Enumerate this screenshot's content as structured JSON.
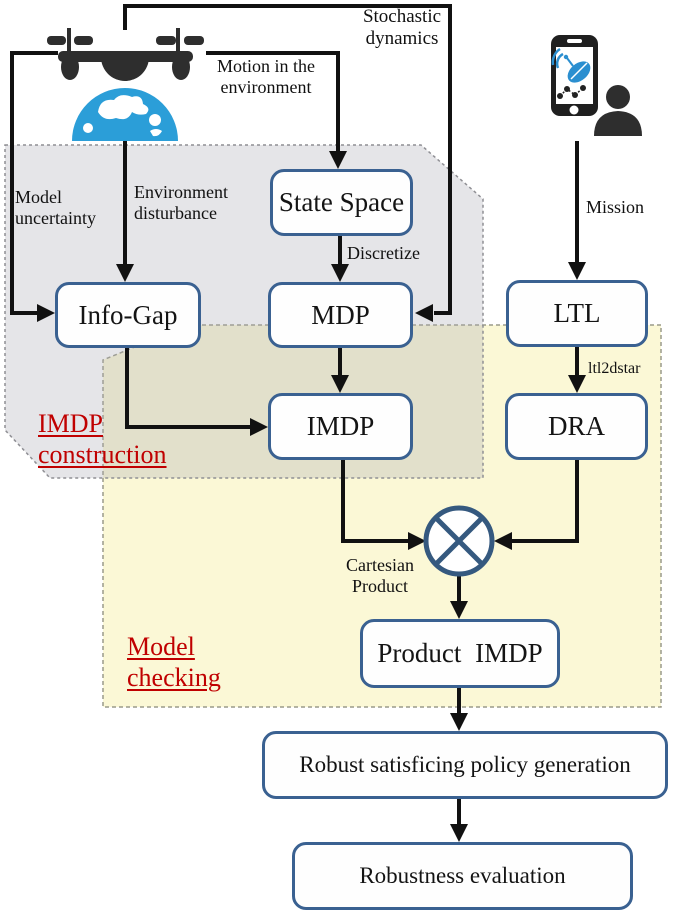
{
  "nodes": {
    "state_space": "State Space",
    "info_gap": "Info-Gap",
    "mdp": "MDP",
    "ltl": "LTL",
    "imdp": "IMDP",
    "dra": "DRA",
    "product_imdp": "Product IMDP",
    "robust_policy": "Robust satisficing policy generation",
    "robustness_evaluation": "Robustness evaluation"
  },
  "labels": {
    "stochastic_dynamics": {
      "line1": "Stochastic",
      "line2": "dynamics"
    },
    "motion_environment": {
      "line1": "Motion in the",
      "line2": "environment"
    },
    "model_uncertainty": {
      "line1": "Model",
      "line2": "uncertainty"
    },
    "environment_disturbance": {
      "line1": "Environment",
      "line2": "disturbance"
    },
    "mission": "Mission",
    "discretize": "Discretize",
    "ltl2dstar": "ltl2dstar",
    "cartesian_product": {
      "line1": "Cartesian",
      "line2": "Product"
    }
  },
  "regions": {
    "imdp_construction": {
      "line1": "IMDP",
      "line2": "construction"
    },
    "model_checking": {
      "line1": "Model",
      "line2": "checking"
    }
  },
  "icons": {
    "drone": "drone-icon",
    "globe": "globe-icon",
    "phone_satellite": "smartphone-satellite-icon",
    "user": "user-icon",
    "tensor_product": "tensor-product-icon"
  },
  "colors": {
    "box_border": "#3a6191",
    "region_gray": "#e9e9ec",
    "region_yellow": "#fbf8d6",
    "accent_red": "#c00000",
    "globe_blue": "#2b9ed8",
    "phone_accent_blue": "#2b8fd0",
    "line": "#111111"
  }
}
